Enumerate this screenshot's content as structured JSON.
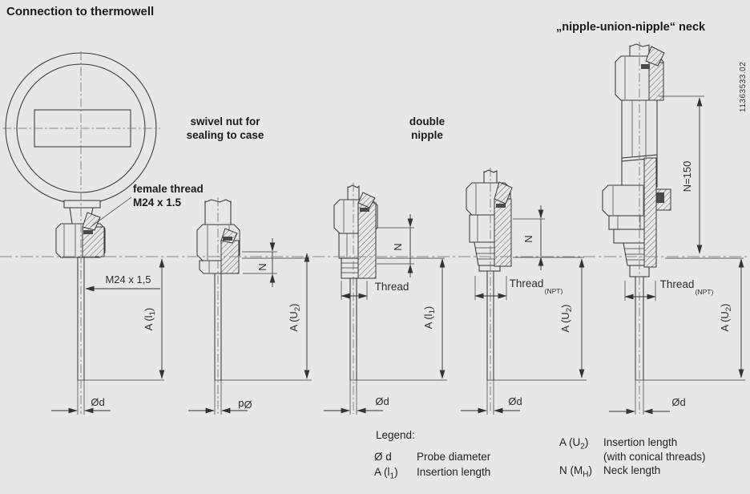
{
  "page": {
    "title": "Connection to thermowell",
    "doc_number": "11363533.02"
  },
  "annotations": {
    "nipple_union_neck": "„nipple-union-nipple“ neck",
    "swivel_nut": [
      "swivel nut for",
      "sealing to case"
    ],
    "double_nipple": [
      "double",
      "nipple"
    ],
    "female_thread": [
      "female thread",
      "M24 x 1.5"
    ]
  },
  "dimensions": {
    "m24": "M24 x 1,5",
    "n": "N",
    "n150": "N=150",
    "thread": "Thread",
    "npt": "(NPT)",
    "probe_d": "Ød",
    "a_l1": {
      "pre": "A (l",
      "sub": "1",
      "post": ")"
    },
    "a_u2": {
      "pre": "A (U",
      "sub": "2",
      "post": ")"
    }
  },
  "legend": {
    "heading": "Legend:",
    "items": [
      {
        "sym_pre": "Ø d",
        "sym_sub": "",
        "sym_post": "",
        "desc1": "Probe diameter",
        "desc2": ""
      },
      {
        "sym_pre": "A (l",
        "sym_sub": "1",
        "sym_post": ")",
        "desc1": "Insertion length",
        "desc2": ""
      },
      {
        "sym_pre": "A (U",
        "sym_sub": "2",
        "sym_post": ")",
        "desc1": "Insertion length",
        "desc2": "(with conical threads)"
      },
      {
        "sym_pre": "N (M",
        "sym_sub": "H",
        "sym_post": ")",
        "desc1": "Neck length",
        "desc2": ""
      }
    ]
  }
}
